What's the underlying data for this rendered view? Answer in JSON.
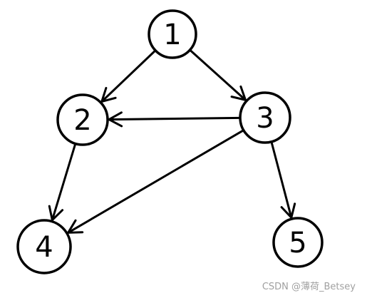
{
  "graph": {
    "nodes": [
      {
        "id": "1",
        "label": "1"
      },
      {
        "id": "2",
        "label": "2"
      },
      {
        "id": "3",
        "label": "3"
      },
      {
        "id": "4",
        "label": "4"
      },
      {
        "id": "5",
        "label": "5"
      }
    ],
    "edges": [
      {
        "from": "1",
        "to": "2"
      },
      {
        "from": "1",
        "to": "3"
      },
      {
        "from": "3",
        "to": "2"
      },
      {
        "from": "2",
        "to": "4"
      },
      {
        "from": "3",
        "to": "4"
      },
      {
        "from": "3",
        "to": "5"
      }
    ],
    "directed": true
  },
  "colors": {
    "stroke": "#000000",
    "background": "#ffffff",
    "watermark": "#a0a0a0"
  },
  "watermark": {
    "text": "CSDN @薄荷_Betsey"
  }
}
